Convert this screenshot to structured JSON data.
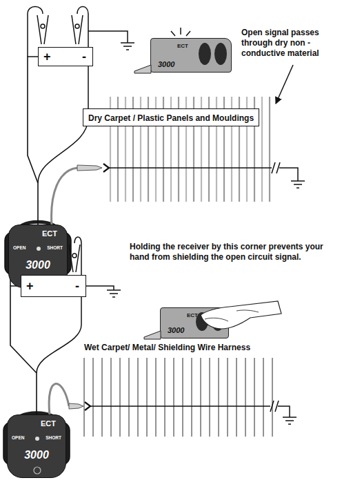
{
  "diagram": {
    "nodes": [
      {
        "text": [
          "+",
          "-"
        ]
      },
      {
        "text": [
          "ECT",
          "3000"
        ]
      },
      {
        "text": [
          "Dry Carpet / Plastic Panels and Mouldings"
        ]
      },
      {
        "text": [
          "ECT",
          "OPEN",
          "SHORT",
          "3000"
        ]
      },
      {
        "text": [
          "+",
          "-"
        ]
      },
      {
        "text": [
          "ECT",
          "3000"
        ]
      },
      {
        "text": [
          "ECT",
          "OPEN",
          "SHORT",
          "3000"
        ]
      }
    ],
    "edges": [
      {
        "from": 0,
        "to": 3,
        "arrow": "none"
      },
      {
        "from": 4,
        "to": 6,
        "arrow": "none"
      }
    ],
    "labels": [
      "Open signal passes through dry non -conductive material",
      "Holding the receiver by this corner prevents your hand from shielding the open circuit signal.",
      "Wet Carpet/ Metal/ Shielding Wire Harness"
    ]
  }
}
